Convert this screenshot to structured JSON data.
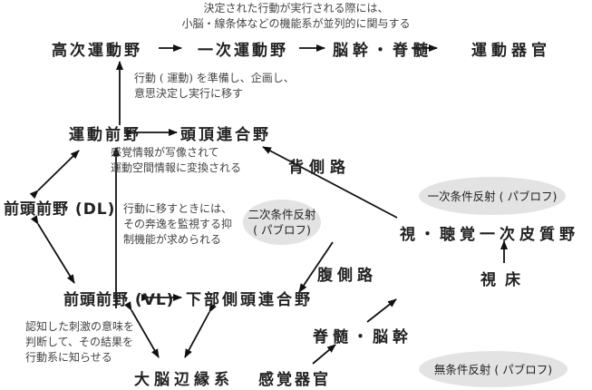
{
  "notes": {
    "top_1": "決定された行動が実行される際には、",
    "top_2": "小脳・線条体などの機能系が並列的に関与する",
    "prep_1": "行動 ( 運動) を準備し、企画し、",
    "prep_2": "意思決定し実行に移す",
    "sense_1": "感覚情報が写像されて",
    "sense_2": "運動空間情報に変換される",
    "inhibit_1": "行動に移すときには、",
    "inhibit_2": "その奔逸を監視する抑",
    "inhibit_3": "制機能が求められる",
    "cog_1": "認知した刺激の意味を",
    "cog_2": "判断して、その結果を",
    "cog_3": "行動系に知らせる"
  },
  "nodes": {
    "higher_motor": "高次運動野",
    "primary_motor": "一次運動野",
    "brainstem_spine": "脳幹・脊髄",
    "motor_organ": "運動器官",
    "premotor": "運動前野",
    "parietal": "頭頂連合野",
    "dorsal": "背側路",
    "pfc_dl": "前頭前野 (DL)",
    "av_cortex": "視・聴覚一次皮質野",
    "ventral": "腹側路",
    "thalamus": "視床",
    "pfc_vl": "前頭前野 (VL)",
    "inf_temporal": "下部側頭連合野",
    "spine_brainstem": "脊髄・脳幹",
    "limbic": "大脳辺縁系",
    "sense_organ": "感覚器官"
  },
  "ellipses": {
    "second_1": "二次条件反射",
    "second_2": "( パブロフ)",
    "first": "一次条件反射 ( パブロフ)",
    "uncond": "無条件反射 ( パブロフ)"
  }
}
